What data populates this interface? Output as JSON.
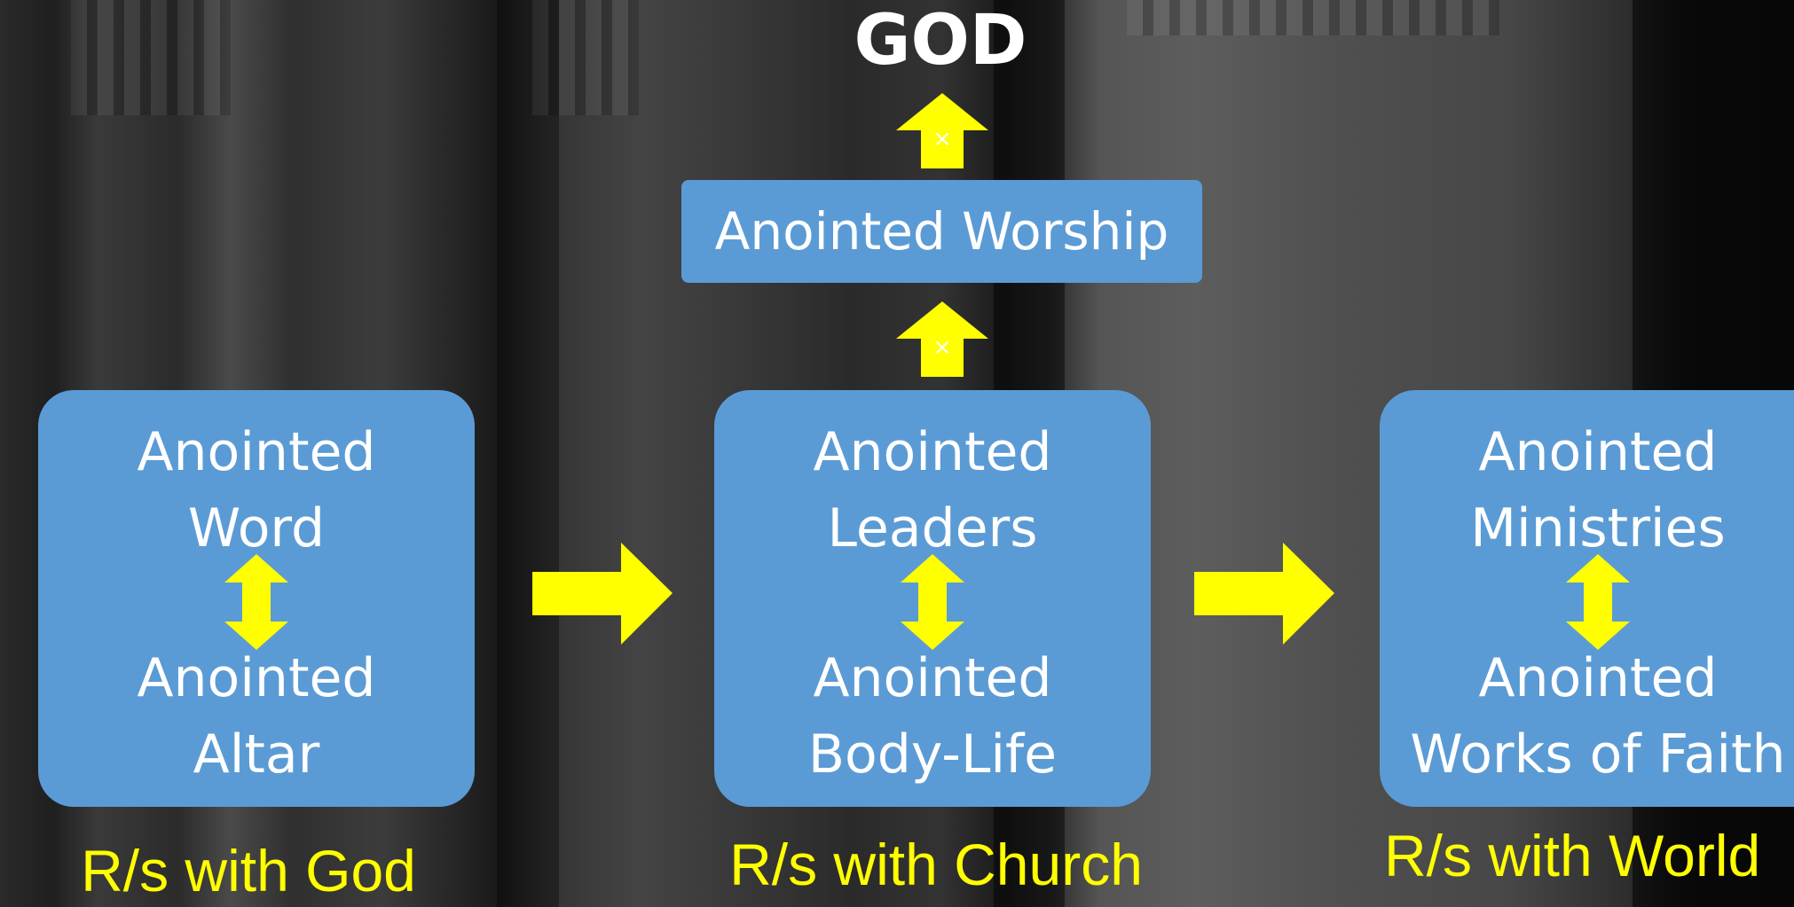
{
  "diagram": {
    "title": "GOD",
    "worship": "Anointed Worship",
    "cards": [
      {
        "line1": "Anointed",
        "line2": "Word",
        "line3": "Anointed",
        "line4": "Altar"
      },
      {
        "line1": "Anointed",
        "line2": "Leaders",
        "line3": "Anointed",
        "line4": "Body-Life"
      },
      {
        "line1": "Anointed",
        "line2": "Ministries",
        "line3": "Anointed",
        "line4": "Works of Faith"
      }
    ],
    "relations": [
      "R/s with God",
      "R/s with Church",
      "R/s with World"
    ]
  },
  "colors": {
    "box": "#5b9bd5",
    "arrow": "#ffff00",
    "text": "#ffffff",
    "relation": "#ffff00"
  }
}
